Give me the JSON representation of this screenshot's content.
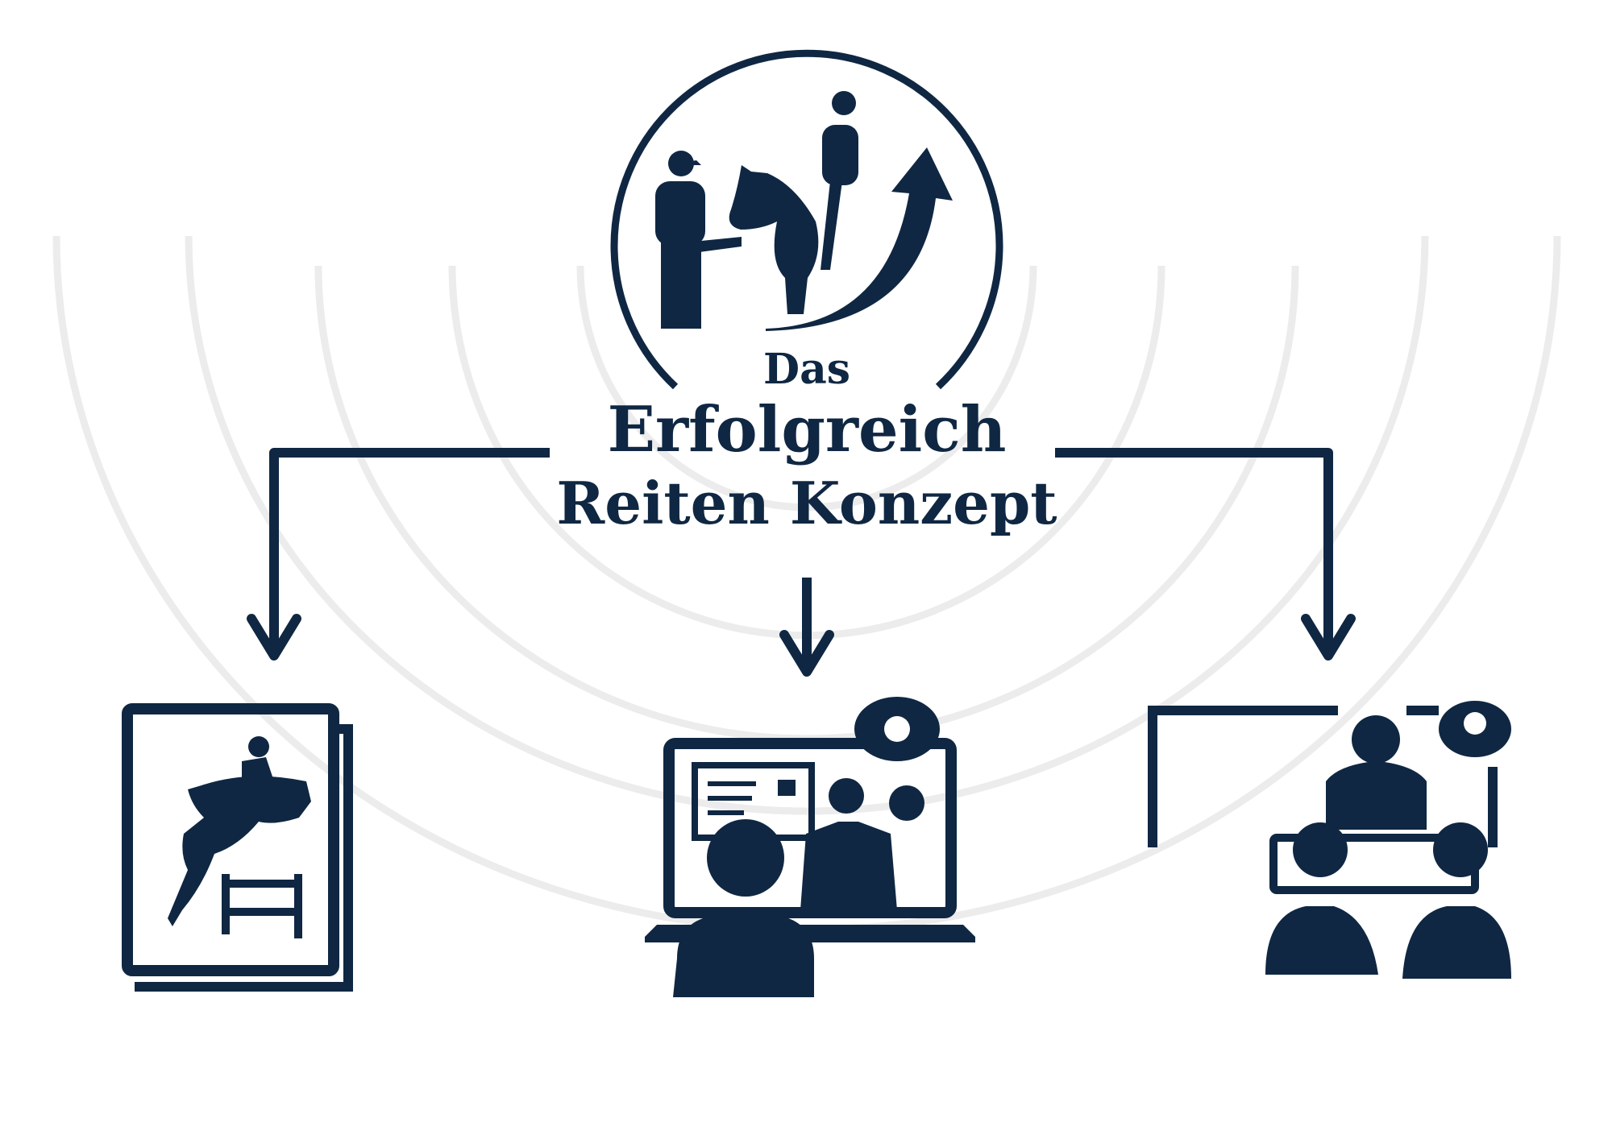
{
  "title": {
    "line1": "Das",
    "line2": "Erfolgreich",
    "line3": "Reiten Konzept"
  },
  "colors": {
    "primary": "#0f2742",
    "background_rings": "#ececec"
  },
  "icons": [
    "rider-coach-logo-icon",
    "show-jumping-poster-icon",
    "online-coaching-laptop-icon",
    "group-seminar-icon"
  ]
}
